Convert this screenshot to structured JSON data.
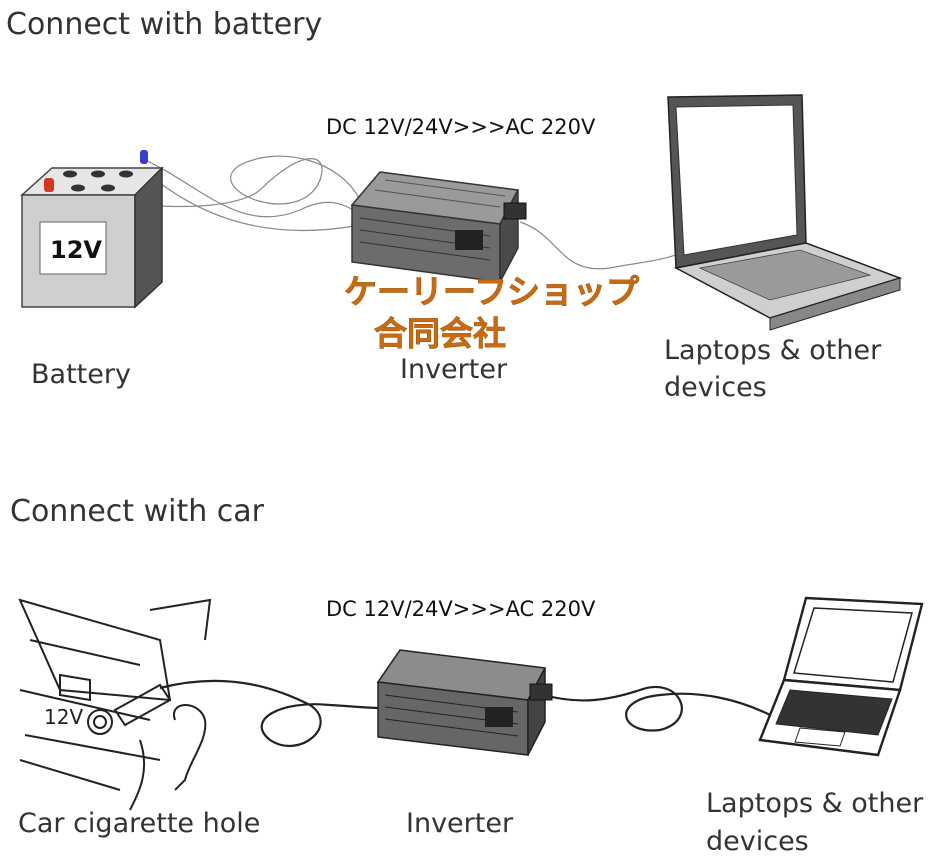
{
  "section_battery": {
    "heading": "Connect with battery",
    "spec": "DC 12V/24V>>>AC 220V",
    "battery_badge": "12V",
    "battery_label": "Battery",
    "inverter_label": "Inverter",
    "device_label_line1": "Laptops & other",
    "device_label_line2": "devices"
  },
  "watermark": {
    "line1": "ケーリーフショップ",
    "line2": "合同会社"
  },
  "section_car": {
    "heading": "Connect with car",
    "spec": "DC 12V/24V>>>AC 220V",
    "socket_badge": "12V",
    "source_label": "Car cigarette hole",
    "inverter_label": "Inverter",
    "device_label_line1": "Laptops & other",
    "device_label_line2": "devices"
  }
}
